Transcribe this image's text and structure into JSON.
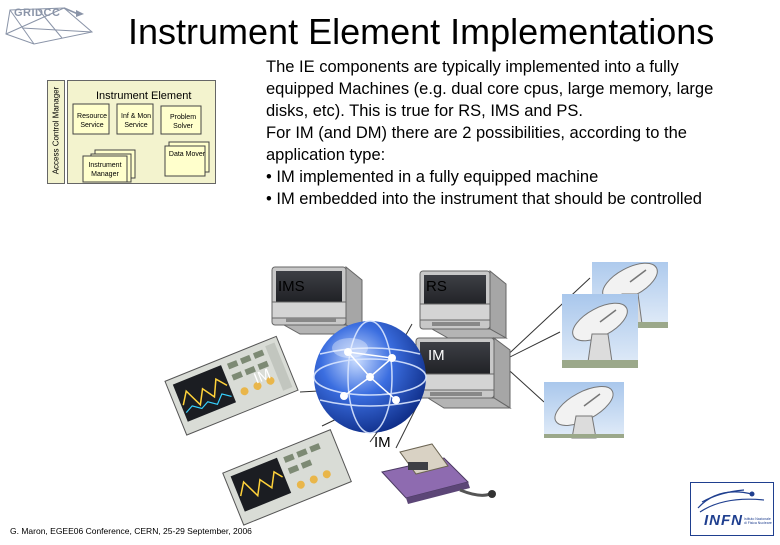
{
  "slide": {
    "title": "Instrument Element Implementations",
    "logo_text": "GRIDCC",
    "footer": "G. Maron, EGEE06 Conference, CERN, 25-29 September, 2006",
    "body_lines": [
      "The IE components are typically implemented into a fully equipped Machines (e.g. dual core cpus, large memory, large disks, etc). This is true for RS, IMS and PS.",
      "For IM (and DM) there are 2 possibilities, according to the application type:",
      "• IM implemented in a fully equipped machine",
      "• IM embedded into the instrument that should be controlled"
    ]
  },
  "diagram": {
    "side_label": "Access Control Manager",
    "title": "Instrument Element",
    "boxes": {
      "resource": "Resource Service",
      "info_mon": "Inf & Mon Service",
      "problem": "Problem Solver",
      "data": "Data Mover",
      "manager": "Instrument Manager"
    }
  },
  "network": {
    "ims_label": "IMS",
    "rs_label": "RS",
    "im_right_label": "IM",
    "im_left_label": "IM",
    "im_scope_label": "IM",
    "im_embedded_label": "IM"
  },
  "badge": {
    "name": "INFN",
    "sub": "Istituto Nazionale di Fisica Nucleare"
  },
  "colors": {
    "box_fill": "#ffffcc",
    "panel_fill": "#f3f3ce",
    "globe": "#2a55c8",
    "badge_blue": "#1f3f8f"
  }
}
